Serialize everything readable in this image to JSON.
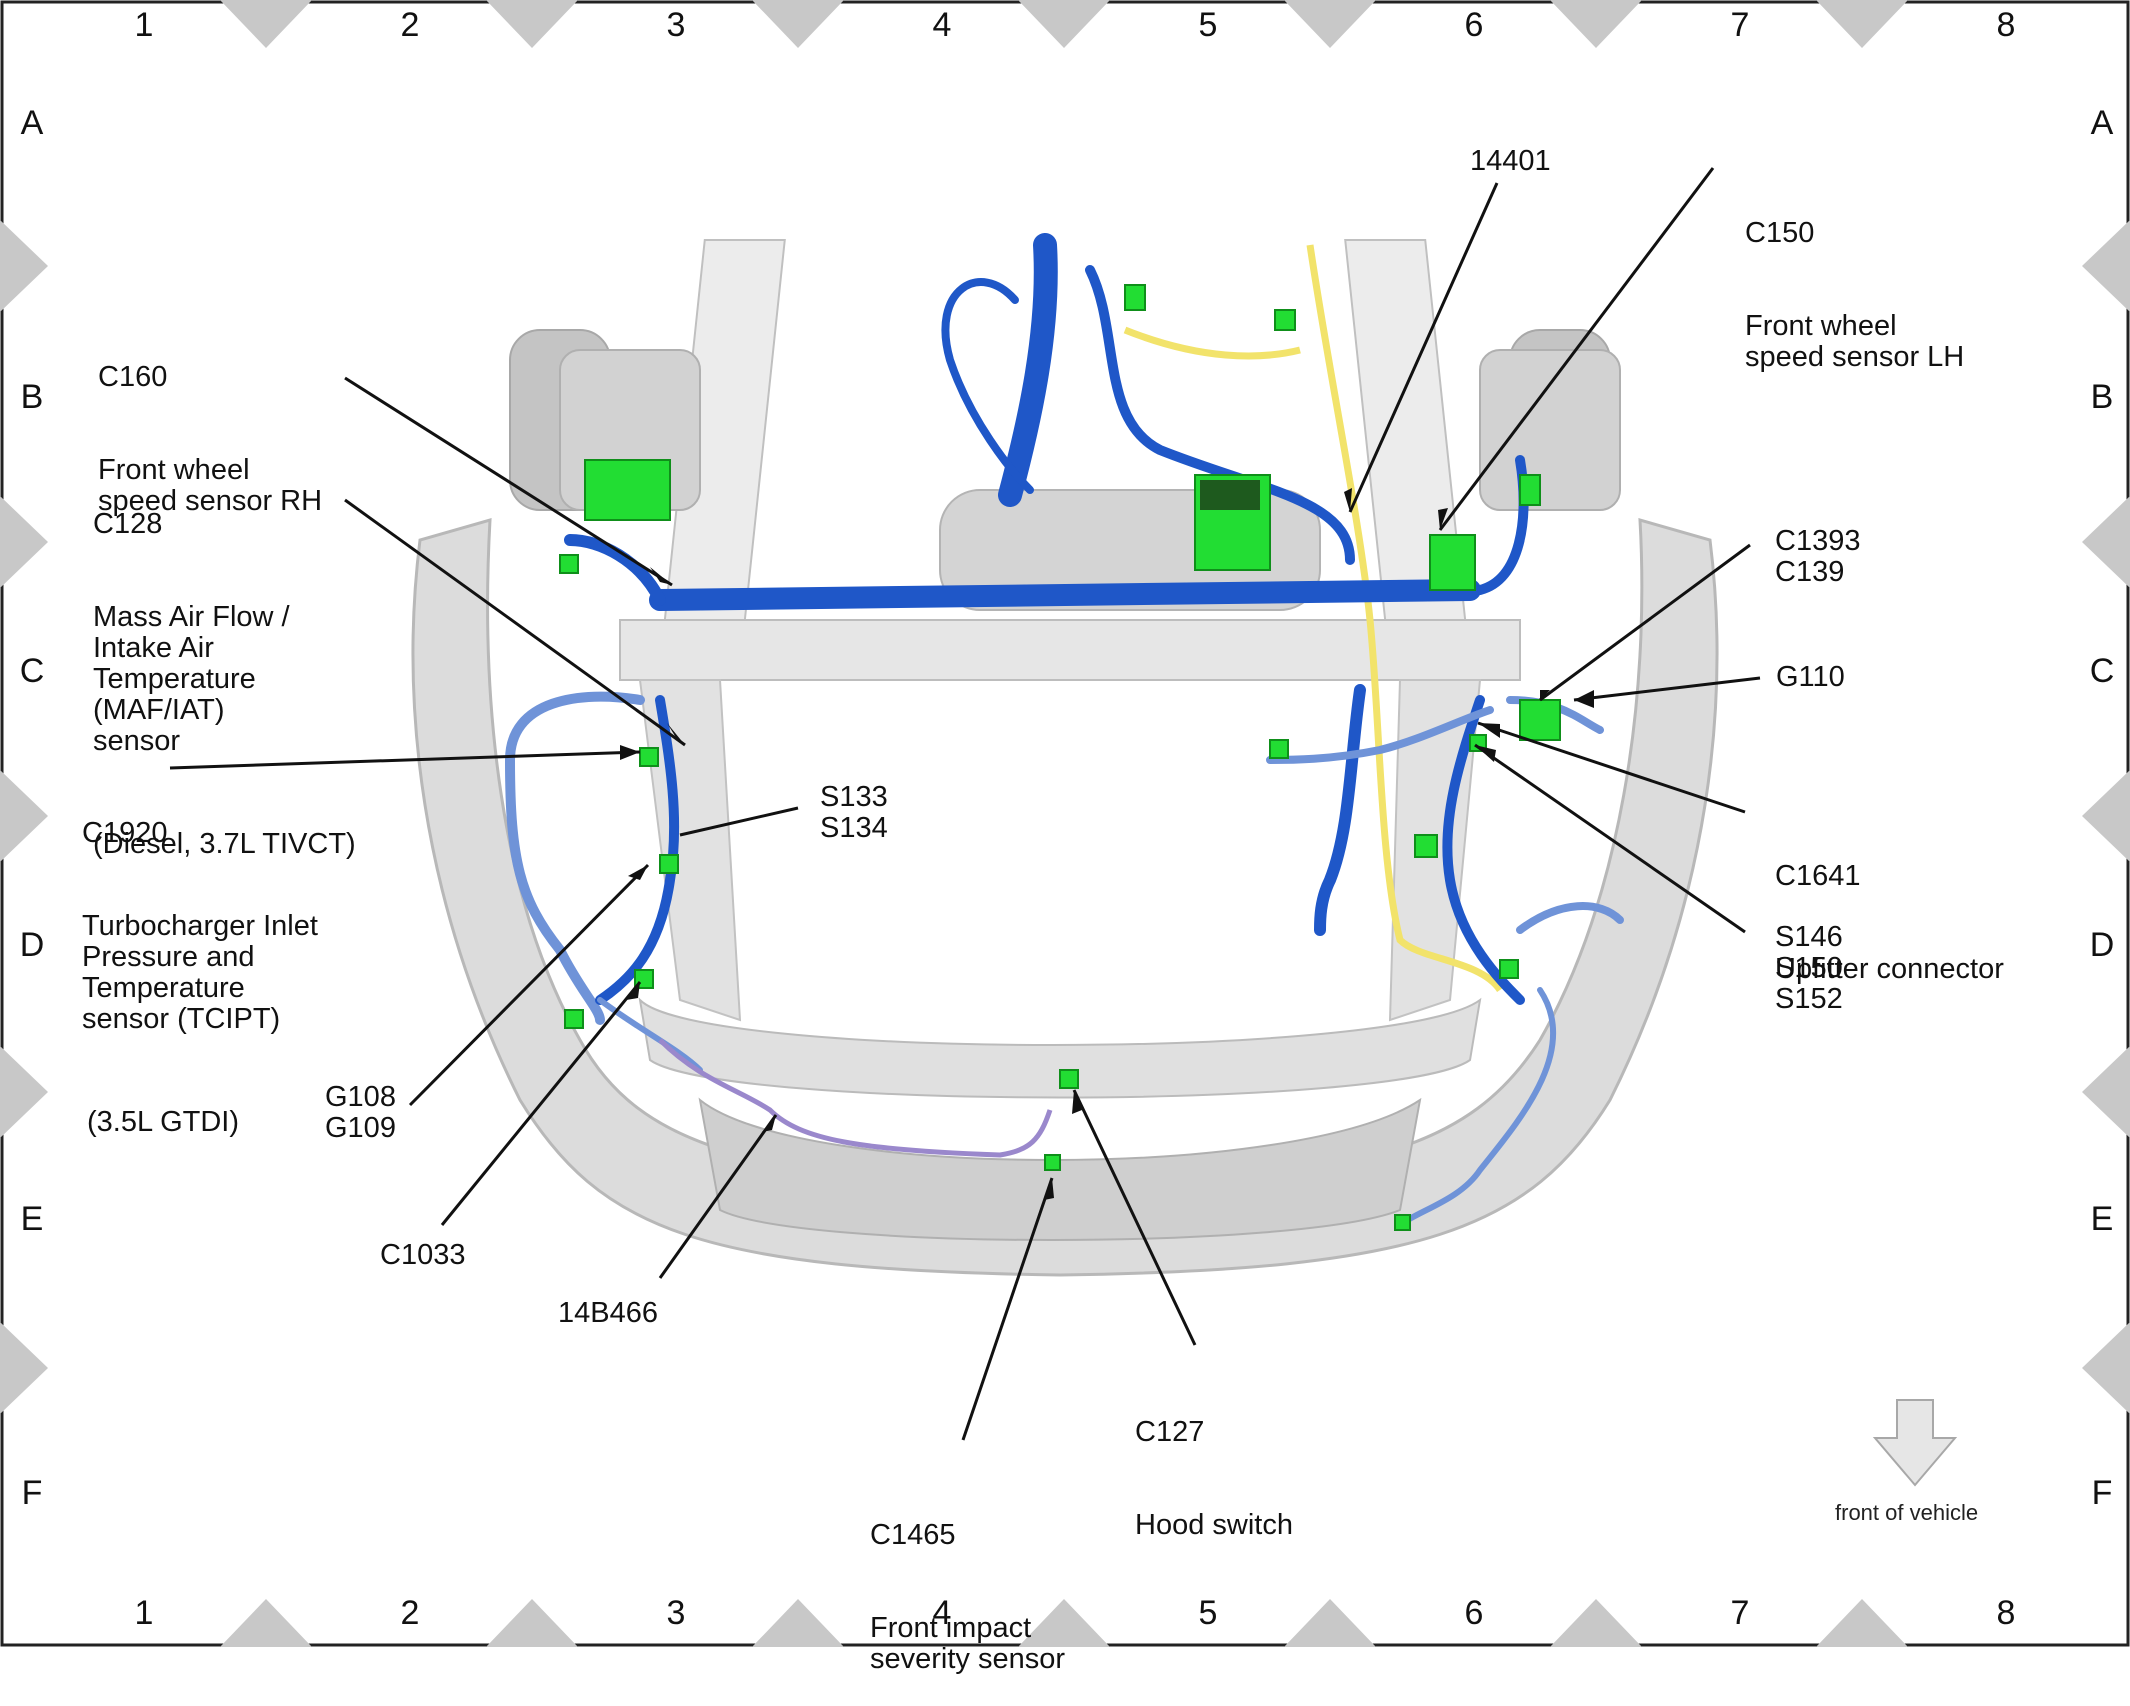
{
  "grid": {
    "columns": [
      "1",
      "2",
      "3",
      "4",
      "5",
      "6",
      "7",
      "8"
    ],
    "rows": [
      "A",
      "B",
      "C",
      "D",
      "E",
      "F"
    ]
  },
  "callouts": {
    "c160": {
      "id": "C160",
      "text": "Front wheel\nspeed sensor RH"
    },
    "c128": {
      "id": "C128",
      "text": "Mass Air Flow /\nIntake Air\nTemperature\n(MAF/IAT)\nsensor",
      "note": "(Diesel, 3.7L TIVCT)"
    },
    "c1920": {
      "id": "C1920",
      "text": "Turbocharger Inlet\nPressure and\nTemperature\nsensor (TCIPT)",
      "note": "(3.5L GTDI)"
    },
    "s133": {
      "text": "S133\nS134"
    },
    "g108": {
      "text": "G108\nG109"
    },
    "c1033": {
      "text": "C1033"
    },
    "b14b466": {
      "text": "14B466"
    },
    "c1465": {
      "id": "C1465",
      "text": "Front impact\nseverity sensor"
    },
    "c127": {
      "id": "C127",
      "text": "Hood switch"
    },
    "n14401": {
      "text": "14401"
    },
    "c150": {
      "id": "C150",
      "text": "Front wheel\nspeed sensor LH"
    },
    "c1393": {
      "text": "C1393\nC139"
    },
    "g110": {
      "text": "G110"
    },
    "c1641": {
      "id": "C1641",
      "text": "Upfitter connector"
    },
    "s146": {
      "text": "S146\nS150\nS152"
    }
  },
  "direction_indicator": {
    "label": "front of vehicle"
  },
  "colors": {
    "harness_main": "#1f57c8",
    "harness_light": "#6f93d8",
    "connector": "#22dd33",
    "harness_yellow": "#f2e36b",
    "harness_purple": "#9a88cc",
    "body": "#d7d7d7"
  }
}
